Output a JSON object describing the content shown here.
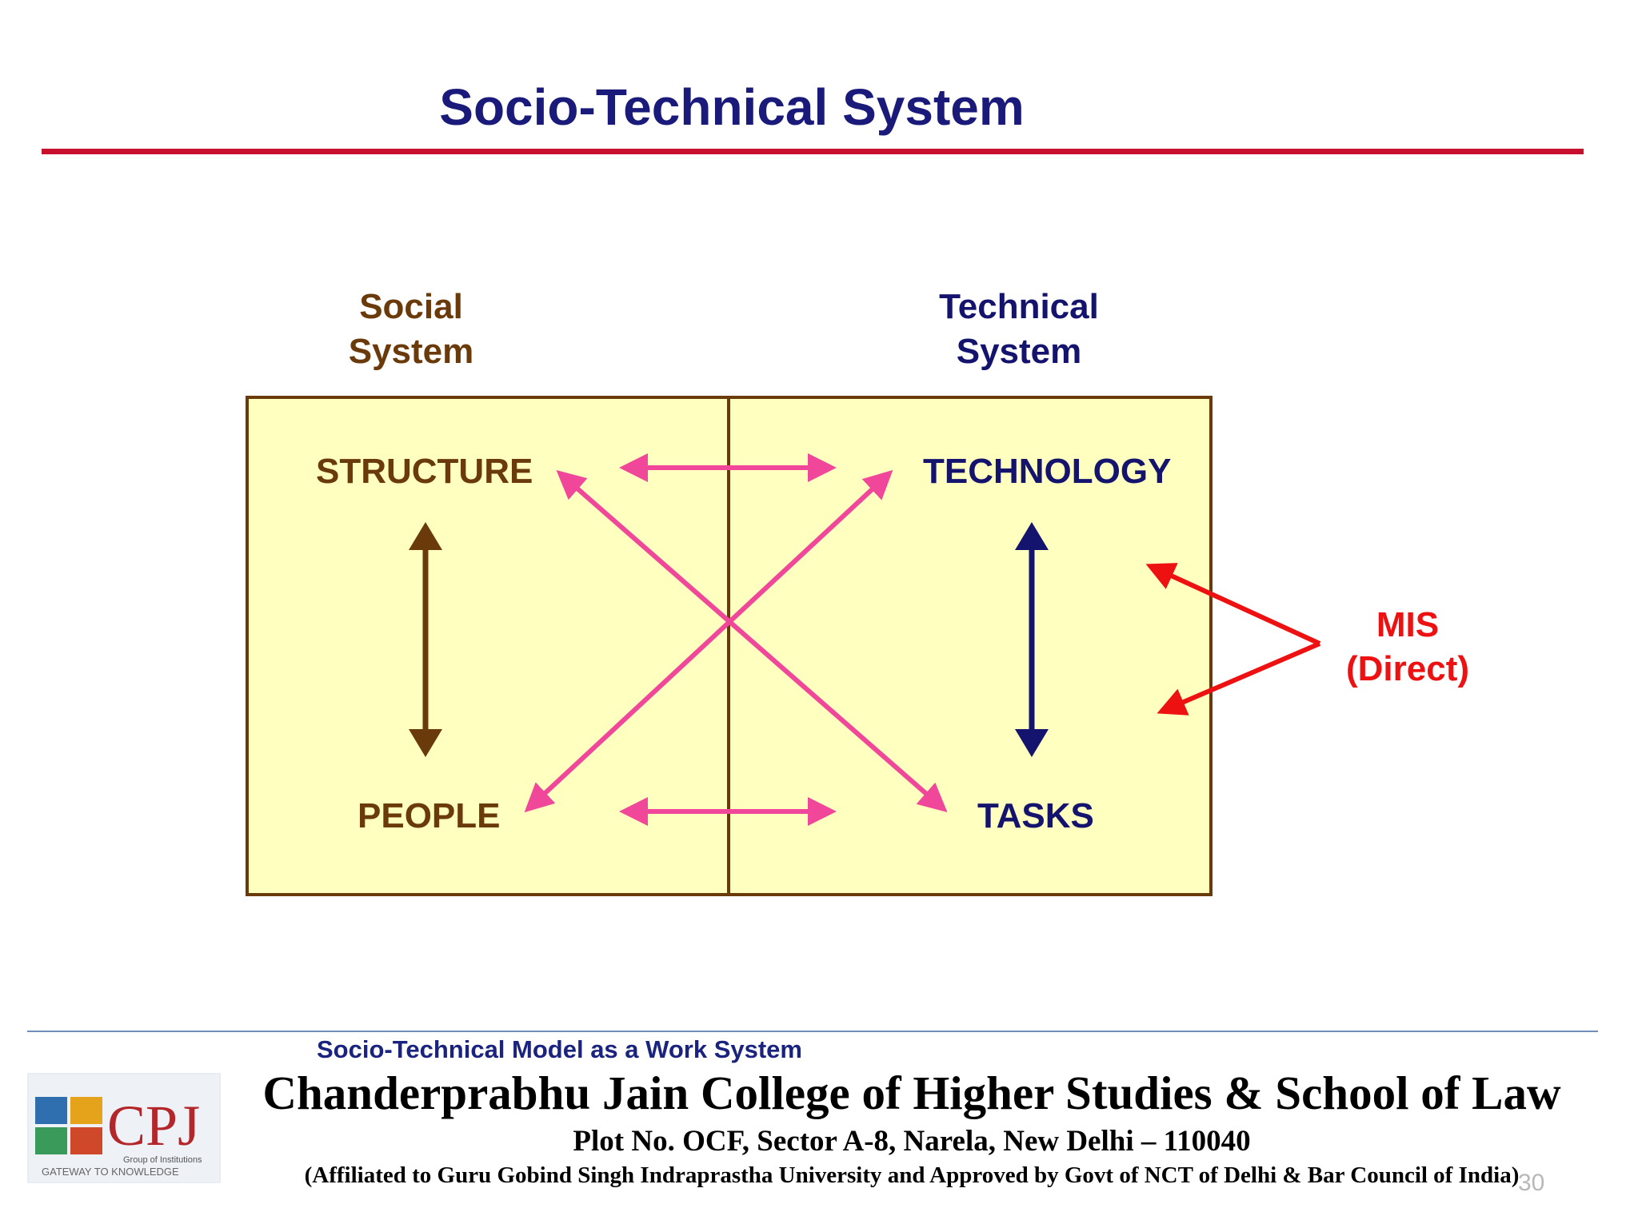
{
  "title": "Socio-Technical System",
  "columns": {
    "social": {
      "line1": "Social",
      "line2": "System"
    },
    "technical": {
      "line1": "Technical",
      "line2": "System"
    }
  },
  "nodes": {
    "structure": "STRUCTURE",
    "technology": "TECHNOLOGY",
    "people": "PEOPLE",
    "tasks": "TASKS"
  },
  "mis": {
    "line1": "MIS",
    "line2": "(Direct)"
  },
  "caption": "Socio-Technical Model as a Work System",
  "footer": {
    "college_name": "Chanderprabhu Jain College of Higher Studies & School of Law",
    "address": "Plot No. OCF, Sector A-8, Narela, New Delhi – 110040",
    "affiliation": "(Affiliated to Guru Gobind Singh Indraprastha University and Approved by Govt of NCT of Delhi & Bar Council of India)",
    "logo_text": "CPJ",
    "logo_tagline": "Group of Institutions",
    "logo_subtext": "GATEWAY TO KNOWLEDGE"
  },
  "page_number": "30",
  "colors": {
    "title": "#1a1a7a",
    "title_rule": "#c8102e",
    "social": "#6b3a0a",
    "technical": "#14146e",
    "box_fill": "#ffffbf",
    "box_border": "#6b3a0a",
    "cross_arrows": "#f0479a",
    "mis": "#ee1111",
    "footer_rule": "#6f8fb8",
    "caption": "#1a237e",
    "footer_text": "#000000",
    "logo_red": "#b3262a"
  }
}
